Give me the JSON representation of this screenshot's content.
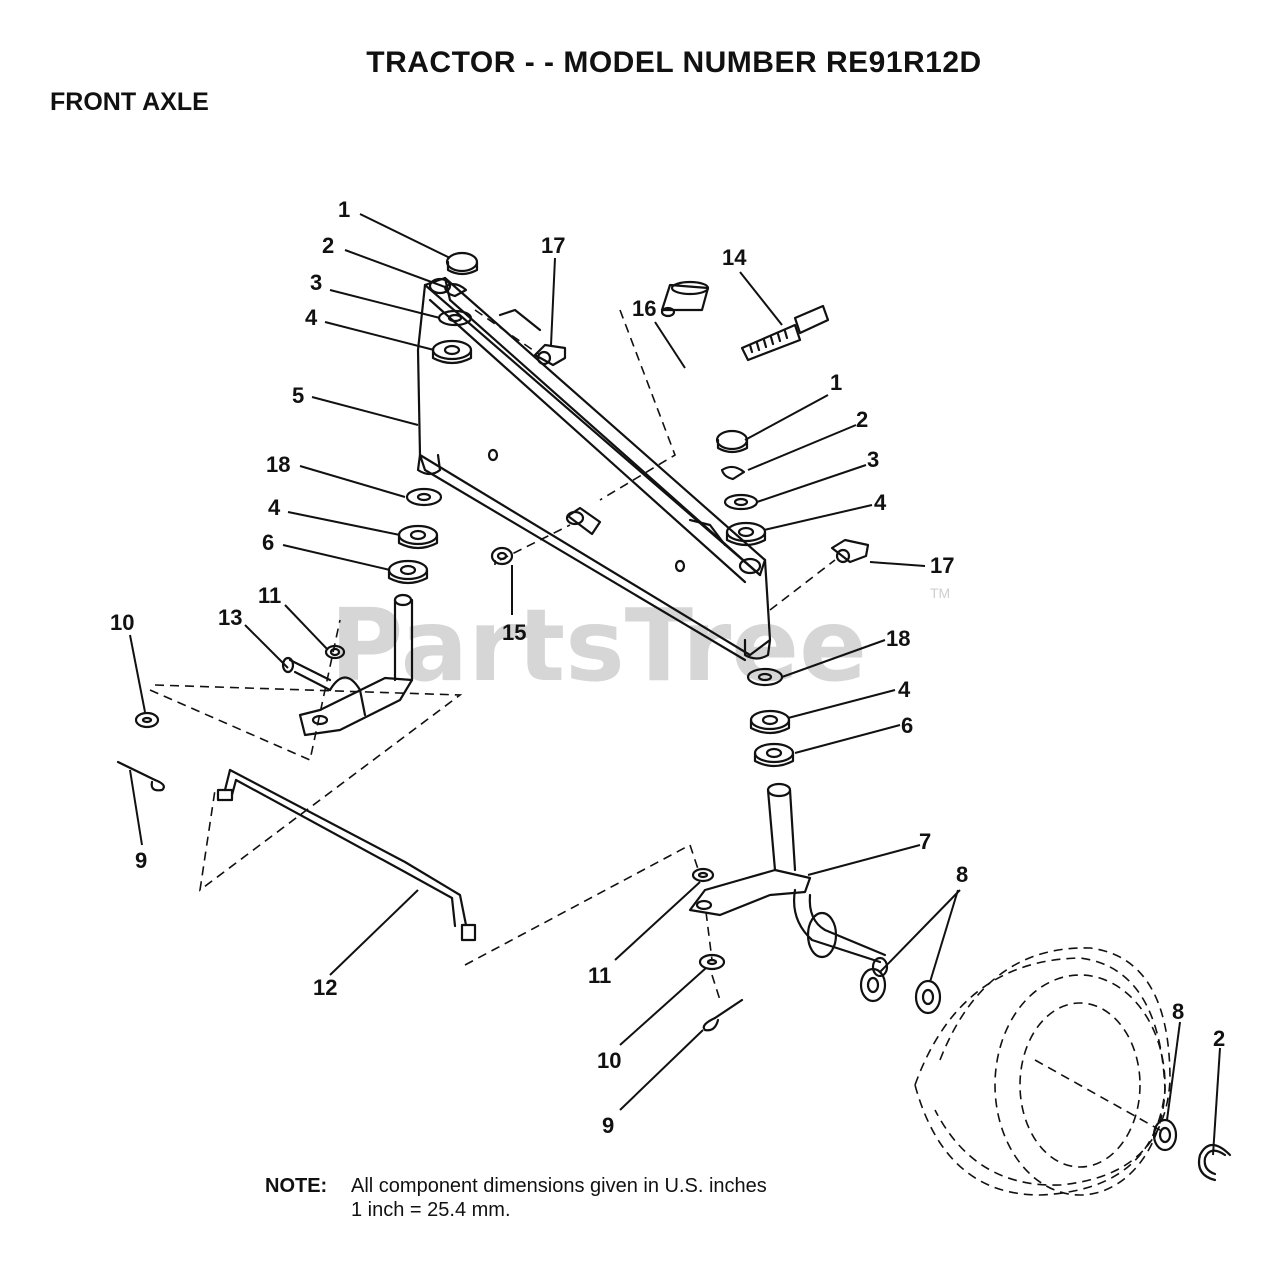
{
  "header": {
    "title": "TRACTOR - - MODEL NUMBER RE91R12D",
    "section": "FRONT AXLE"
  },
  "watermark": {
    "text": "PartsTree",
    "trademark": "TM"
  },
  "callouts": [
    "1",
    "2",
    "3",
    "4",
    "5",
    "18",
    "4",
    "6",
    "11",
    "13",
    "10",
    "9",
    "12",
    "17",
    "16",
    "14",
    "1",
    "2",
    "3",
    "4",
    "17",
    "15",
    "18",
    "4",
    "6",
    "7",
    "8",
    "11",
    "10",
    "9",
    "8",
    "2"
  ],
  "note": {
    "label": "NOTE:",
    "line1": "All component dimensions given in U.S. inches",
    "line2": "1 inch = 25.4 mm."
  }
}
